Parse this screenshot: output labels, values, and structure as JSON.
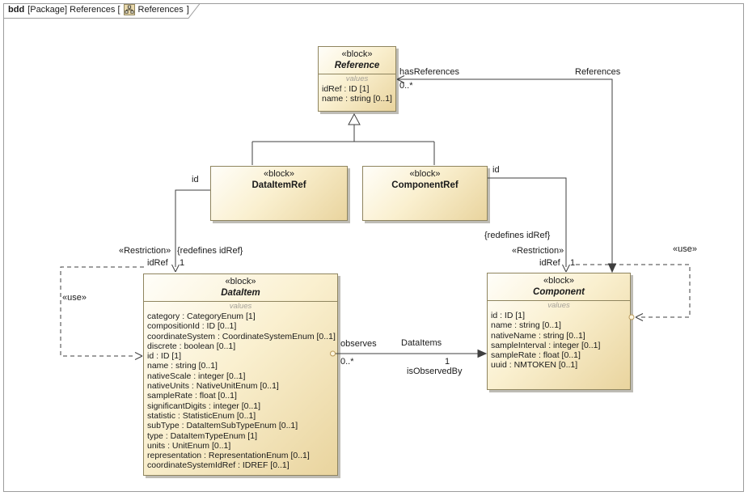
{
  "frame": {
    "tab": {
      "kind": "bdd",
      "context": "[Package] References [",
      "diagram_name": "References",
      "close_bracket": "]"
    }
  },
  "blocks": {
    "reference": {
      "stereotype": "«block»",
      "name": "Reference",
      "compartment_label": "values",
      "attributes": [
        "idRef : ID [1]",
        "name : string [0..1]"
      ]
    },
    "dataItemRef": {
      "stereotype": "«block»",
      "name": "DataItemRef"
    },
    "componentRef": {
      "stereotype": "«block»",
      "name": "ComponentRef"
    },
    "dataItem": {
      "stereotype": "«block»",
      "name": "DataItem",
      "compartment_label": "values",
      "attributes": [
        "category : CategoryEnum [1]",
        "compositionId : ID [0..1]",
        "coordinateSystem : CoordinateSystemEnum [0..1]",
        "discrete : boolean [0..1]",
        "id : ID [1]",
        "name : string [0..1]",
        "nativeScale : integer [0..1]",
        "nativeUnits : NativeUnitEnum [0..1]",
        "sampleRate : float [0..1]",
        "significantDigits : integer [0..1]",
        "statistic : StatisticEnum [0..1]",
        "subType : DataItemSubTypeEnum [0..1]",
        "type : DataItemTypeEnum [1]",
        "units : UnitEnum [0..1]",
        "representation : RepresentationEnum [0..1]",
        "coordinateSystemIdRef : IDREF [0..1]"
      ]
    },
    "component": {
      "stereotype": "«block»",
      "name": "Component",
      "compartment_label": "values",
      "attributes": [
        "id : ID [1]",
        "name : string [0..1]",
        "nativeName : string [0..1]",
        "sampleInterval : integer [0..1]",
        "sampleRate : float [0..1]",
        "uuid : NMTOKEN [0..1]"
      ]
    }
  },
  "connectors": {
    "hasReferences": {
      "label": "hasReferences",
      "multiplicity": "0..*"
    },
    "references": {
      "label": "References"
    },
    "id_left": {
      "label": "id",
      "restriction": "«Restriction»",
      "redefines": "{redefines idRef}",
      "role": "idRef",
      "multiplicity": "1"
    },
    "id_right": {
      "label": "id",
      "restriction": "«Restriction»",
      "redefines": "{redefines idRef}",
      "role": "idRef",
      "multiplicity": "1"
    },
    "observes": {
      "label": "observes",
      "name": "DataItems",
      "mult_source": "0..*",
      "mult_target": "1",
      "target_role": "isObservedBy"
    },
    "use_left": {
      "label": "«use»"
    },
    "use_right": {
      "label": "«use»"
    }
  },
  "colors": {
    "block_fill_light": "#fffef9",
    "block_fill_dark": "#e9d49e",
    "block_border": "#8f855f",
    "line": "#3f3f3f",
    "frame_border": "#9c9c9c",
    "values_text": "#a6a298"
  }
}
